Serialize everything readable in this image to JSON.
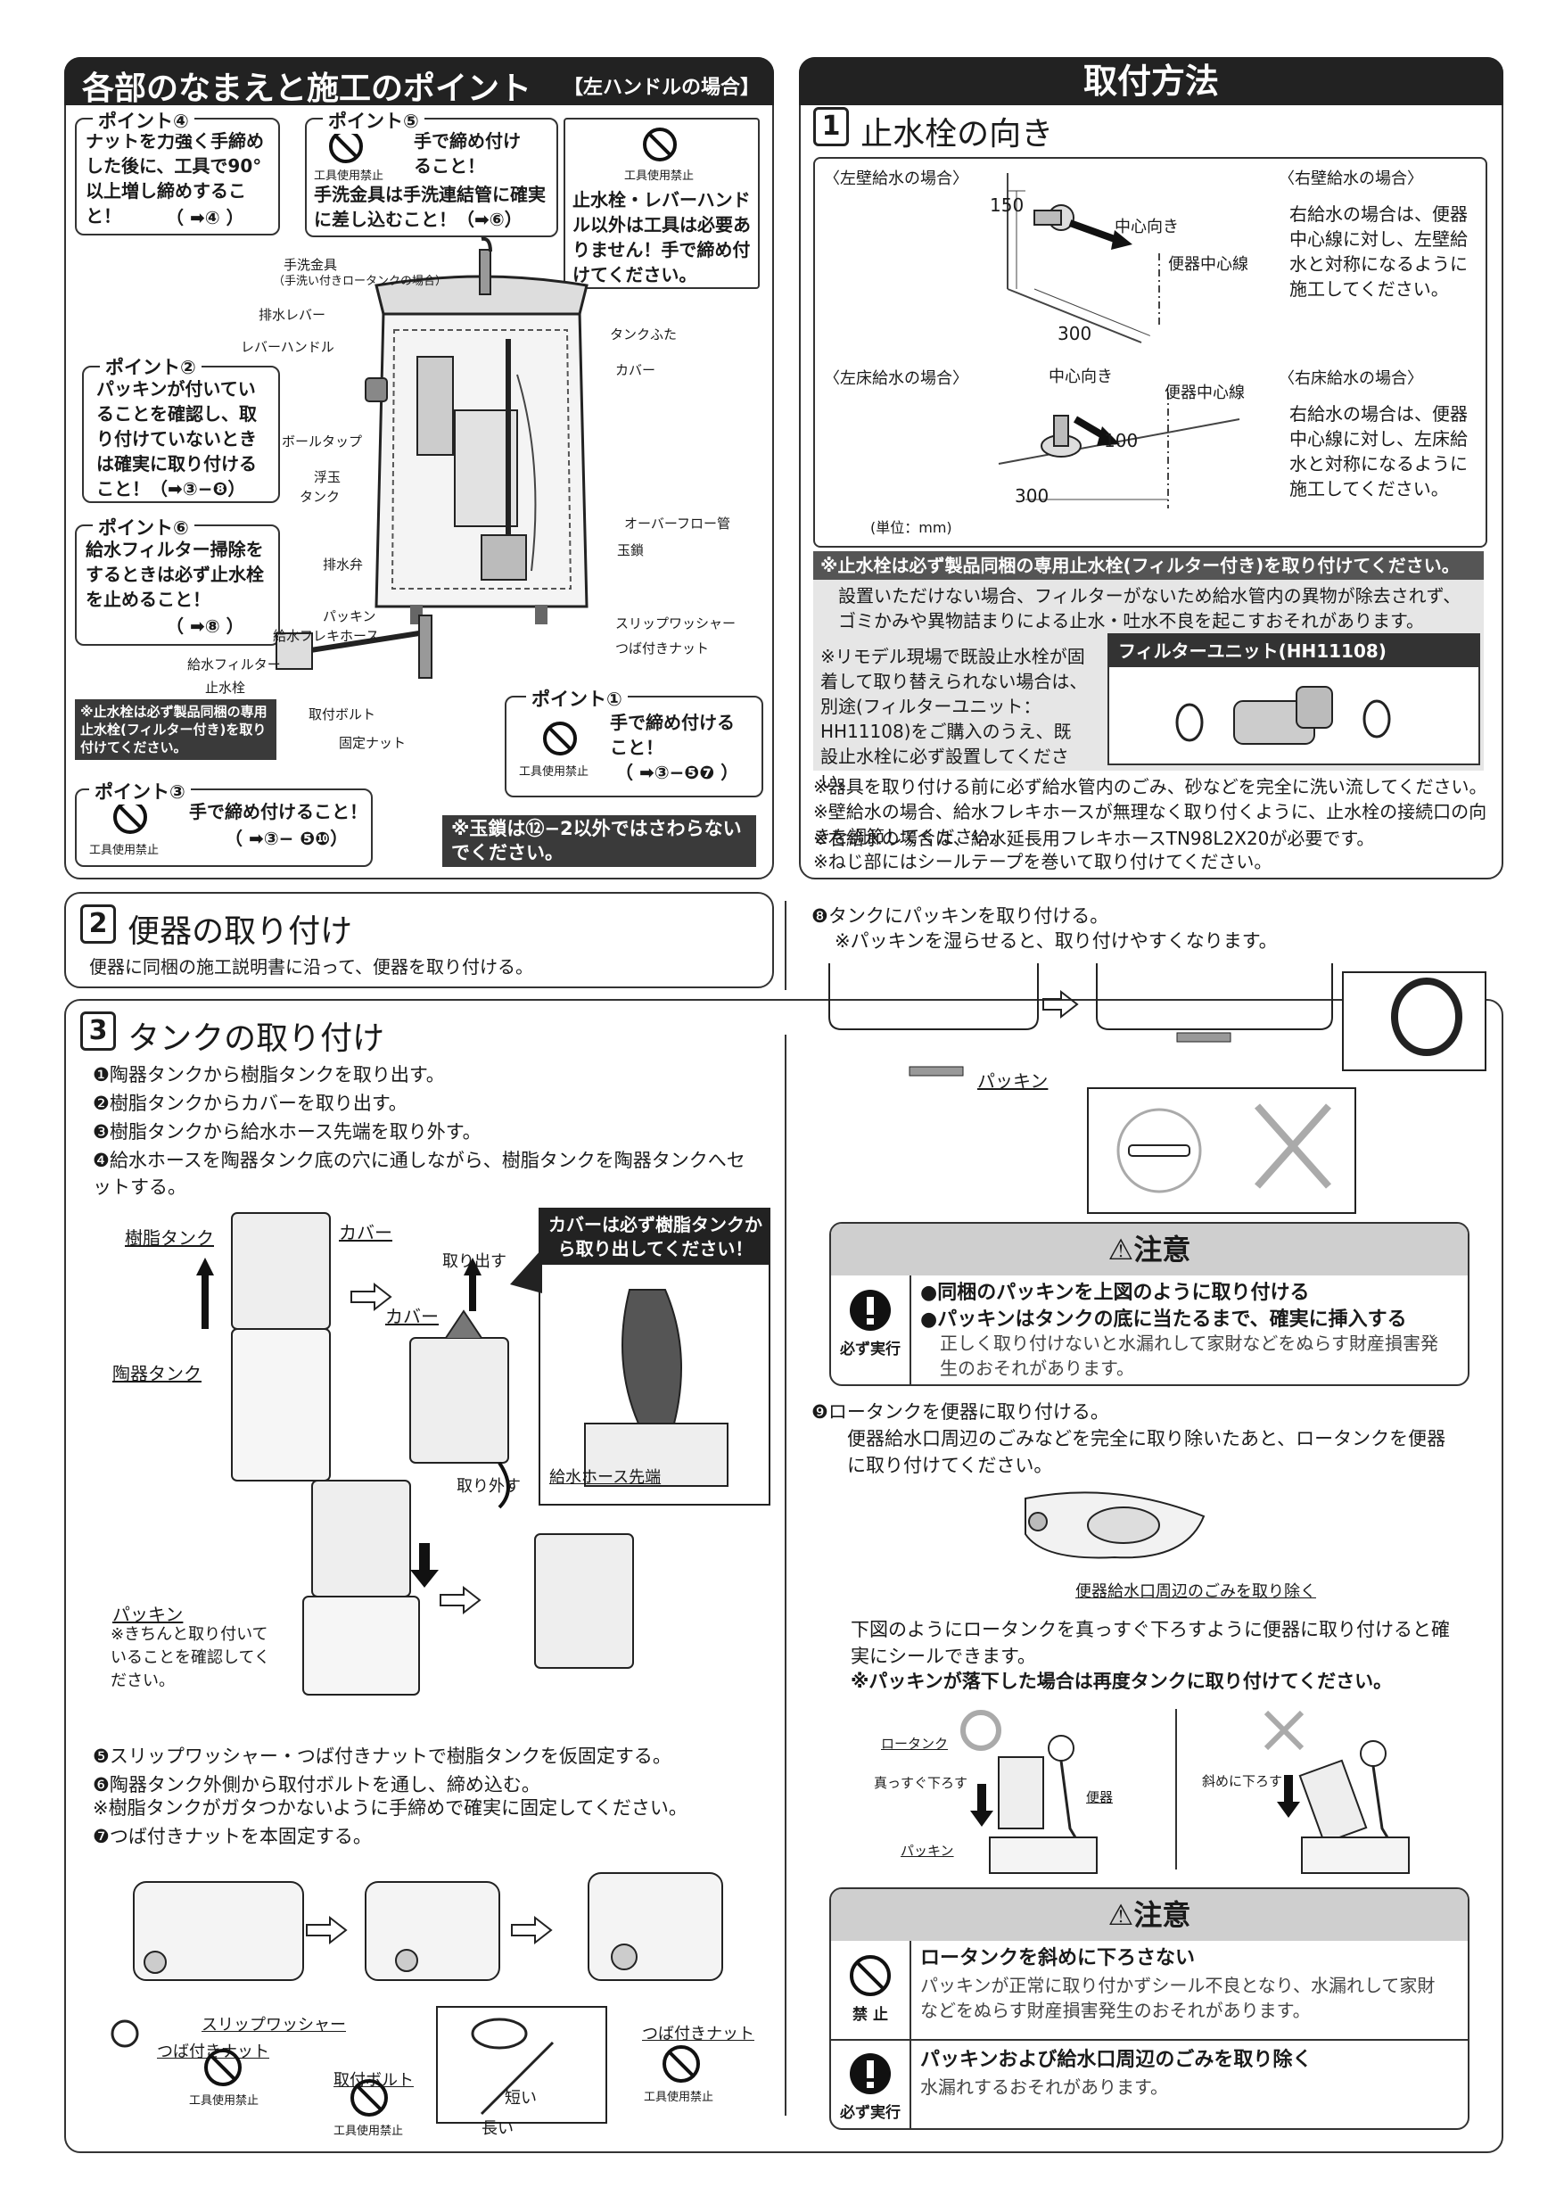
{
  "left_panel": {
    "title": "各部のなまえと施工のポイント",
    "title_tag": "【左ハンドルの場合】",
    "point4": {
      "label": "ポイント④",
      "text": "ナットを力強く手締めした後に、工具で90°以上増し締めすること！",
      "ref": "（ ➡④ ）"
    },
    "point5": {
      "label": "ポイント⑤",
      "text1": "手で締め付けること！",
      "text2": "手洗金具は手洗連結管に確実に差し込むこと！（➡⑥）",
      "icon_label": "工具使用禁止"
    },
    "notool_box": {
      "icon_label": "工具使用禁止",
      "text": "止水栓・レバーハンドル以外は工具は必要ありません！手で締め付けてください。"
    },
    "point2": {
      "label": "ポイント②",
      "text": "パッキンが付いていることを確認し、取り付けていないときは確実に取り付けること！（➡③−❽）"
    },
    "point6": {
      "label": "ポイント⑥",
      "text": "給水フィルター掃除をするときは必ず止水栓を止めること！",
      "ref": "（ ➡⑧ ）"
    },
    "point1": {
      "label": "ポイント①",
      "text": "手で締め付けること！",
      "ref": "（ ➡③−❺❼ ）",
      "icon_label": "工具使用禁止"
    },
    "point3": {
      "label": "ポイント③",
      "text": "手で締め付けること！",
      "ref": "（ ➡③− ❺❿）",
      "icon_label": "工具使用禁止"
    },
    "note_filter": "※止水栓は必ず製品同梱の専用止水栓(フィルター付き)を取り付けてください。",
    "note_chain": "※玉鎖は⑫−2以外ではさわらないでください。",
    "parts": {
      "tearai": "手洗金具",
      "tearai_sub": "（手洗い付きロータンクの場合）",
      "lever": "排水レバー",
      "handle": "レバーハンドル",
      "ball_tap": "ボールタップ",
      "float": "浮玉",
      "tank": "タンク",
      "drain_valve": "排水弁",
      "packing": "パッキン",
      "flex_hose": "給水フレキホース",
      "filter": "給水フィルター",
      "stopcock": "止水栓",
      "bolt": "取付ボルト",
      "fix_nut": "固定ナット",
      "lid": "タンクふた",
      "cover": "カバー",
      "overflow": "オーバーフロー管",
      "chain": "玉鎖",
      "slip_washer": "スリップワッシャー",
      "flange_nut": "つば付きナット"
    }
  },
  "right_panel": {
    "title": "取付方法",
    "sec1": {
      "num": "1",
      "title": "止水栓の向き"
    },
    "left_wall": "〈左壁給水の場合〉",
    "right_wall": "〈右壁給水の場合〉",
    "right_wall_text": "右給水の場合は、便器中心線に対し、左壁給水と対称になるように施工してください。",
    "left_floor": "〈左床給水の場合〉",
    "right_floor": "〈右床給水の場合〉",
    "right_floor_text": "右給水の場合は、便器中心線に対し、左床給水と対称になるように施工してください。",
    "dim_150": "150",
    "dim_300": "300",
    "dim_100": "100",
    "center_dir": "中心向き",
    "center_line": "便器中心線",
    "unit": "(単位：mm)",
    "warn1_bold": "※止水栓は必ず製品同梱の専用止水栓(フィルター付き)を取り付けてください。",
    "warn1_text": "設置いただけない場合、フィルターがないため給水管内の異物が除去されず、ゴミかみや異物詰まりによる止水・吐水不良を起こすおそれがあります。",
    "warn2_text": "※リモデル現場で既設止水栓が固着して取り替えられない場合は、別途(フィルターユニット：HH11108)をご購入のうえ、既設止水栓に必ず設置してください。",
    "filter_unit": "フィルターユニット(HH11108)",
    "notes": [
      "※器具を取り付ける前に必ず給水管内のごみ、砂などを完全に洗い流してください。",
      "※壁給水の場合、給水フレキホースが無理なく取り付くように、止水栓の接続口の向きを調節してください。",
      "※右給水の場合は、給水延長用フレキホースTN98L2X20が必要です。",
      "※ねじ部にはシールテープを巻いて取り付けてください。"
    ]
  },
  "sec2": {
    "num": "2",
    "title": "便器の取り付け",
    "text": "便器に同梱の施工説明書に沿って、便器を取り付ける。"
  },
  "sec3": {
    "num": "3",
    "title": "タンクの取り付け",
    "steps": [
      "❶陶器タンクから樹脂タンクを取り出す。",
      "❷樹脂タンクからカバーを取り出す。",
      "❸樹脂タンクから給水ホース先端を取り外す。",
      "❹給水ホースを陶器タンク底の穴に通しながら、樹脂タンクを陶器タンクへセットする。"
    ],
    "callout": "カバーは必ず樹脂タンクから取り出してください！",
    "labels": {
      "resin_tank": "樹脂タンク",
      "cover": "カバー",
      "ceramic_tank": "陶器タンク",
      "take_out": "取り出す",
      "remove": "取り外す",
      "hose_tip": "給水ホース先端",
      "packing": "パッキン",
      "packing_note": "※きちんと取り付いていることを確認してください。",
      "slip_washer": "スリップワッシャー",
      "flange_nut": "つば付きナット",
      "bolt": "取付ボルト",
      "short": "短い",
      "long": "長い",
      "notool": "工具使用禁止"
    },
    "steps2": [
      "❺スリップワッシャー・つば付きナットで樹脂タンクを仮固定する。",
      "❻陶器タンク外側から取付ボルトを通し、締め込む。",
      "※樹脂タンクがガタつかないように手締めで確実に固定してください。",
      "❼つば付きナットを本固定する。"
    ]
  },
  "right_lower": {
    "step8": "❽タンクにパッキンを取り付ける。",
    "step8_note": "※パッキンを湿らせると、取り付けやすくなります。",
    "packing": "パッキン",
    "caution1": {
      "title": "⚠注意",
      "line1": "●同梱のパッキンを上図のように取り付ける",
      "line2": "●パッキンはタンクの底に当たるまで、確実に挿入する",
      "line3": "正しく取り付けないと水漏れして家財などをぬらす財産損害発生のおそれがあります。",
      "icon_label": "必ず実行"
    },
    "step9": "❾ロータンクを便器に取り付ける。",
    "step9_text": "便器給水口周辺のごみなどを完全に取り除いたあと、ロータンクを便器に取り付けてください。",
    "remove_dust": "便器給水口周辺のごみを取り除く",
    "straight_text": "下図のようにロータンクを真っすぐ下ろすように便器に取り付けると確実にシールできます。",
    "straight_note": "※パッキンが落下した場合は再度タンクに取り付けてください。",
    "lowtank": "ロータンク",
    "straight_down": "真っすぐ下ろす",
    "toilet": "便器",
    "packing2": "パッキン",
    "diagonal": "斜めに下ろす",
    "caution2": {
      "title": "⚠注意",
      "r1_head": "ロータンクを斜めに下ろさない",
      "r1_text": "パッキンが正常に取り付かずシール不良となり、水漏れして家財などをぬらす財産損害発生のおそれがあります。",
      "r1_icon": "禁 止",
      "r2_head": "パッキンおよび給水口周辺のごみを取り除く",
      "r2_text": "水漏れするおそれがあります。",
      "r2_icon": "必ず実行"
    }
  }
}
